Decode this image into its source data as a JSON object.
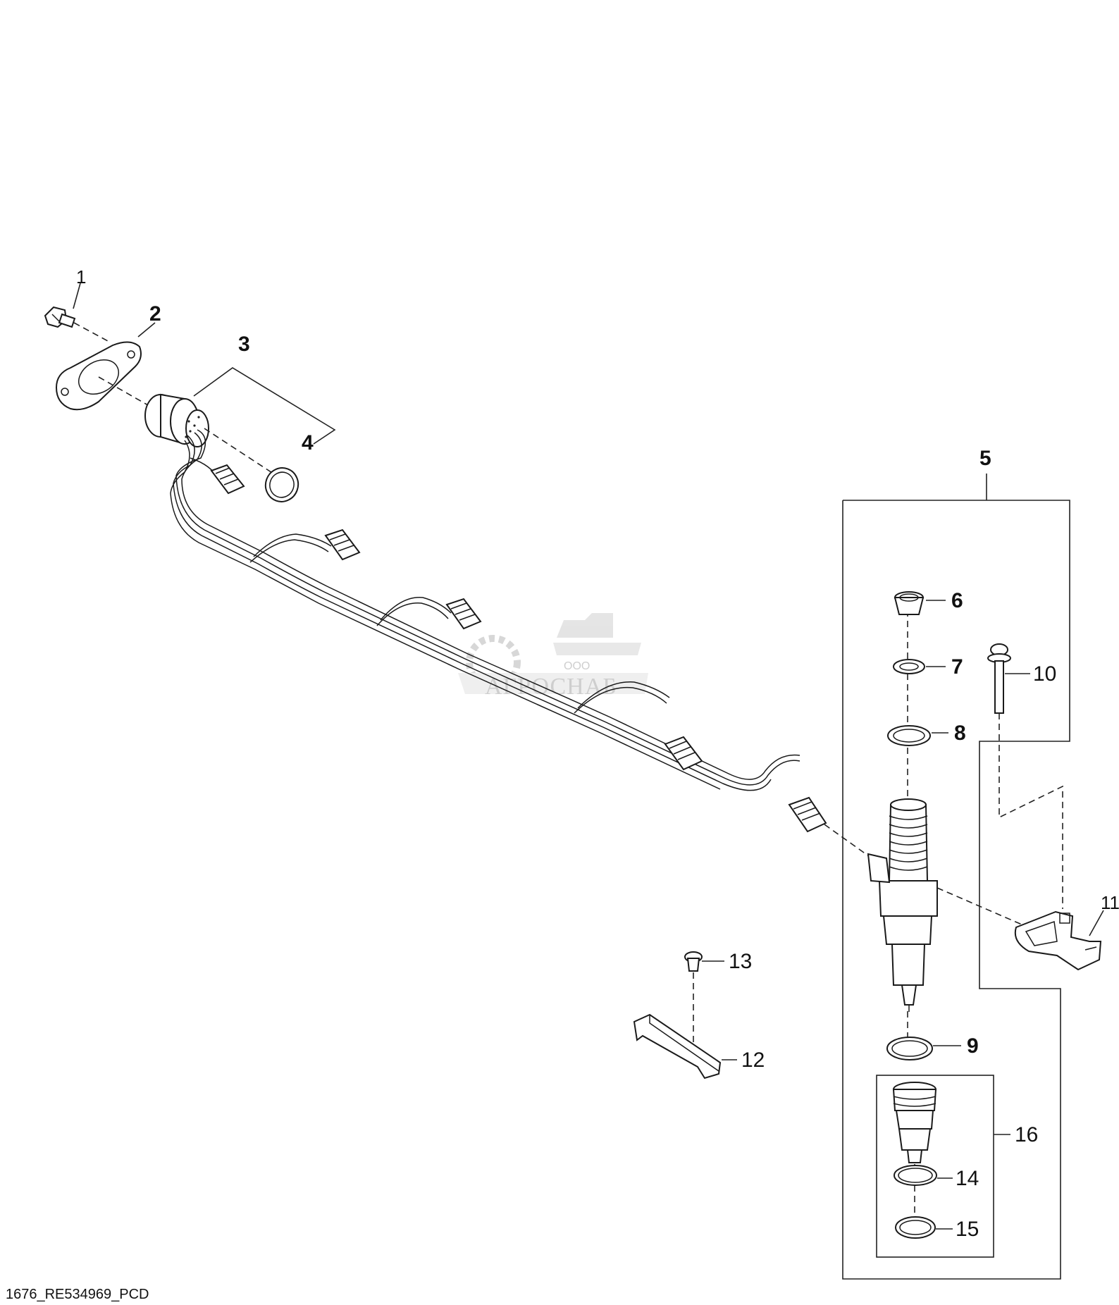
{
  "diagram": {
    "footer_label": "1676_RE534969_PCD",
    "callouts": [
      "1",
      "2",
      "3",
      "4",
      "5",
      "6",
      "7",
      "8",
      "9",
      "10",
      "11",
      "12",
      "13",
      "14",
      "15",
      "16"
    ],
    "watermark": {
      "prefix": "ООО",
      "name": "АГРОСНАБ"
    }
  }
}
